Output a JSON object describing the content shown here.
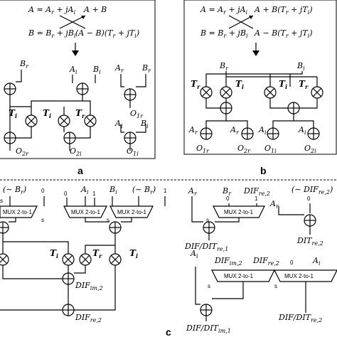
{
  "panels": {
    "a": {
      "label": "a",
      "eq1": "A = A_r + jA_i",
      "eq1_out": "A + B",
      "eq2": "B = B_r + jB_i",
      "eq2_out": "(A - B)(T_r + jT_i)",
      "inputs": [
        "B_r",
        "A_i",
        "B_i",
        "A_r",
        "B_r",
        "A_i",
        "B_i"
      ],
      "twiddles": [
        "T_i",
        "T_i",
        "T_r"
      ],
      "outputs": [
        "O_2r",
        "O_2i",
        "O_1r",
        "O_1i"
      ]
    },
    "b": {
      "label": "b",
      "eq1": "A = A_r + jA_i",
      "eq1_out": "A + B(T_r + jT_i)",
      "eq2": "B = B_r + jB_i",
      "eq2_out": "A - B(T_r + jT_i)",
      "inputs": [
        "B_r",
        "B_i",
        "A_r",
        "A_r",
        "A_i",
        "A_i"
      ],
      "twiddles": [
        "T_r",
        "T_i",
        "T_i",
        "T_r"
      ],
      "outputs": [
        "O_1r",
        "O_2r",
        "O_1i",
        "O_2i"
      ]
    },
    "c": {
      "label": "c",
      "top_inputs": [
        "(~ B_r)",
        "A_i",
        "B_i",
        "(~ B_r)",
        "A_r",
        "B_r",
        "DIF_re,2",
        "(~ DIF_re,2)",
        "A_r"
      ],
      "consts": [
        "0",
        "1",
        "0",
        "1",
        "0",
        "1",
        "0"
      ],
      "mux_label": "MUX 2-to-1",
      "sel": "s",
      "twiddles": [
        "T_i",
        "T_r",
        "T_i"
      ],
      "outputs": [
        "DIF_im,2",
        "DIF_re,2",
        "DIF/DIT_re,1",
        "DIT_re,2",
        "DIF/DIT_im,1",
        "DIF/DIT_re,2"
      ],
      "mid_inputs": [
        "A_i",
        "DIF_im,2",
        "DIF_re,2",
        "A_i"
      ]
    }
  }
}
